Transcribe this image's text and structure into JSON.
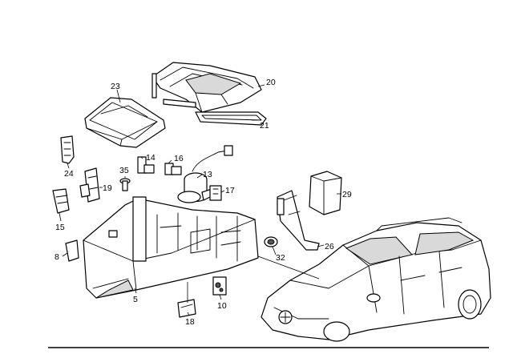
{
  "diagram": {
    "part_numbers": {
      "p20": "20",
      "p21": "21",
      "p23": "23",
      "p24": "24",
      "p35": "35",
      "p14": "14",
      "p16": "16",
      "p13": "13",
      "p19": "19",
      "p17": "17",
      "p15": "15",
      "p8": "8",
      "p5": "5",
      "p10": "10",
      "p18": "18",
      "p29": "29",
      "p26": "26",
      "p32": "32"
    }
  }
}
